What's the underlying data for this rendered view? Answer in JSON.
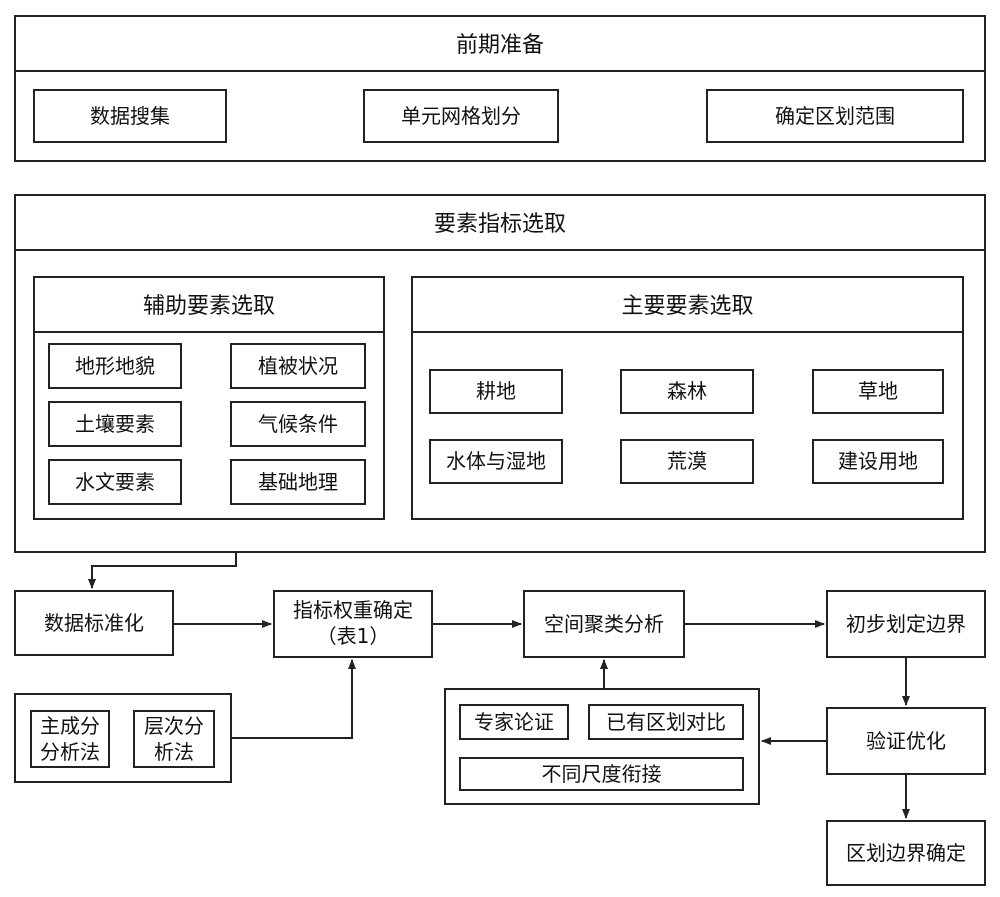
{
  "prep": {
    "title": "前期准备",
    "items": [
      "数据搜集",
      "单元网格划分",
      "确定区划范围"
    ]
  },
  "selection": {
    "title": "要素指标选取",
    "auxiliary": {
      "title": "辅助要素选取",
      "items": [
        "地形地貌",
        "植被状况",
        "土壤要素",
        "气候条件",
        "水文要素",
        "基础地理"
      ]
    },
    "main": {
      "title": "主要要素选取",
      "items": [
        "耕地",
        "森林",
        "草地",
        "水体与湿地",
        "荒漠",
        "建设用地"
      ]
    }
  },
  "flow": {
    "standardize": "数据标准化",
    "weight_line1": "指标权重确定",
    "weight_line2": "（表1）",
    "cluster": "空间聚类分析",
    "preliminary": "初步划定边界",
    "verify": "验证优化",
    "final": "区划边界确定"
  },
  "methods": {
    "pca_line1": "主成分",
    "pca_line2": "分析法",
    "ahp_line1": "层次分",
    "ahp_line2": "析法"
  },
  "validation": {
    "expert": "专家论证",
    "compare": "已有区划对比",
    "scale": "不同尺度衔接"
  }
}
